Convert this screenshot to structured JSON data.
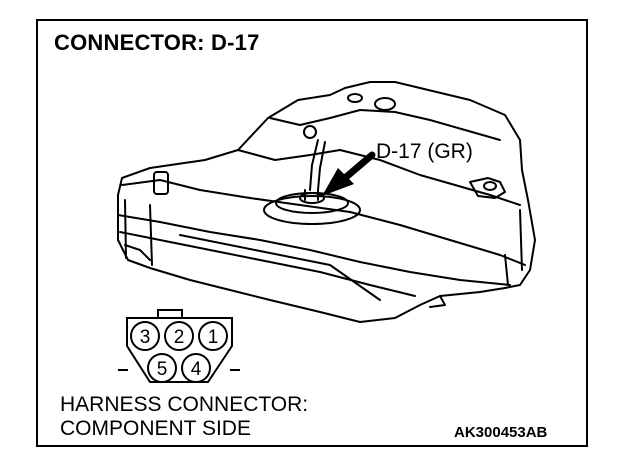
{
  "title": "CONNECTOR: D-17",
  "callout_label": "D-17 (GR)",
  "connector": {
    "pins_top": [
      "3",
      "2",
      "1"
    ],
    "pins_bottom": [
      "5",
      "4"
    ]
  },
  "caption": {
    "line1": "HARNESS CONNECTOR:",
    "line2": "COMPONENT SIDE"
  },
  "figure_code": "AK300453AB"
}
